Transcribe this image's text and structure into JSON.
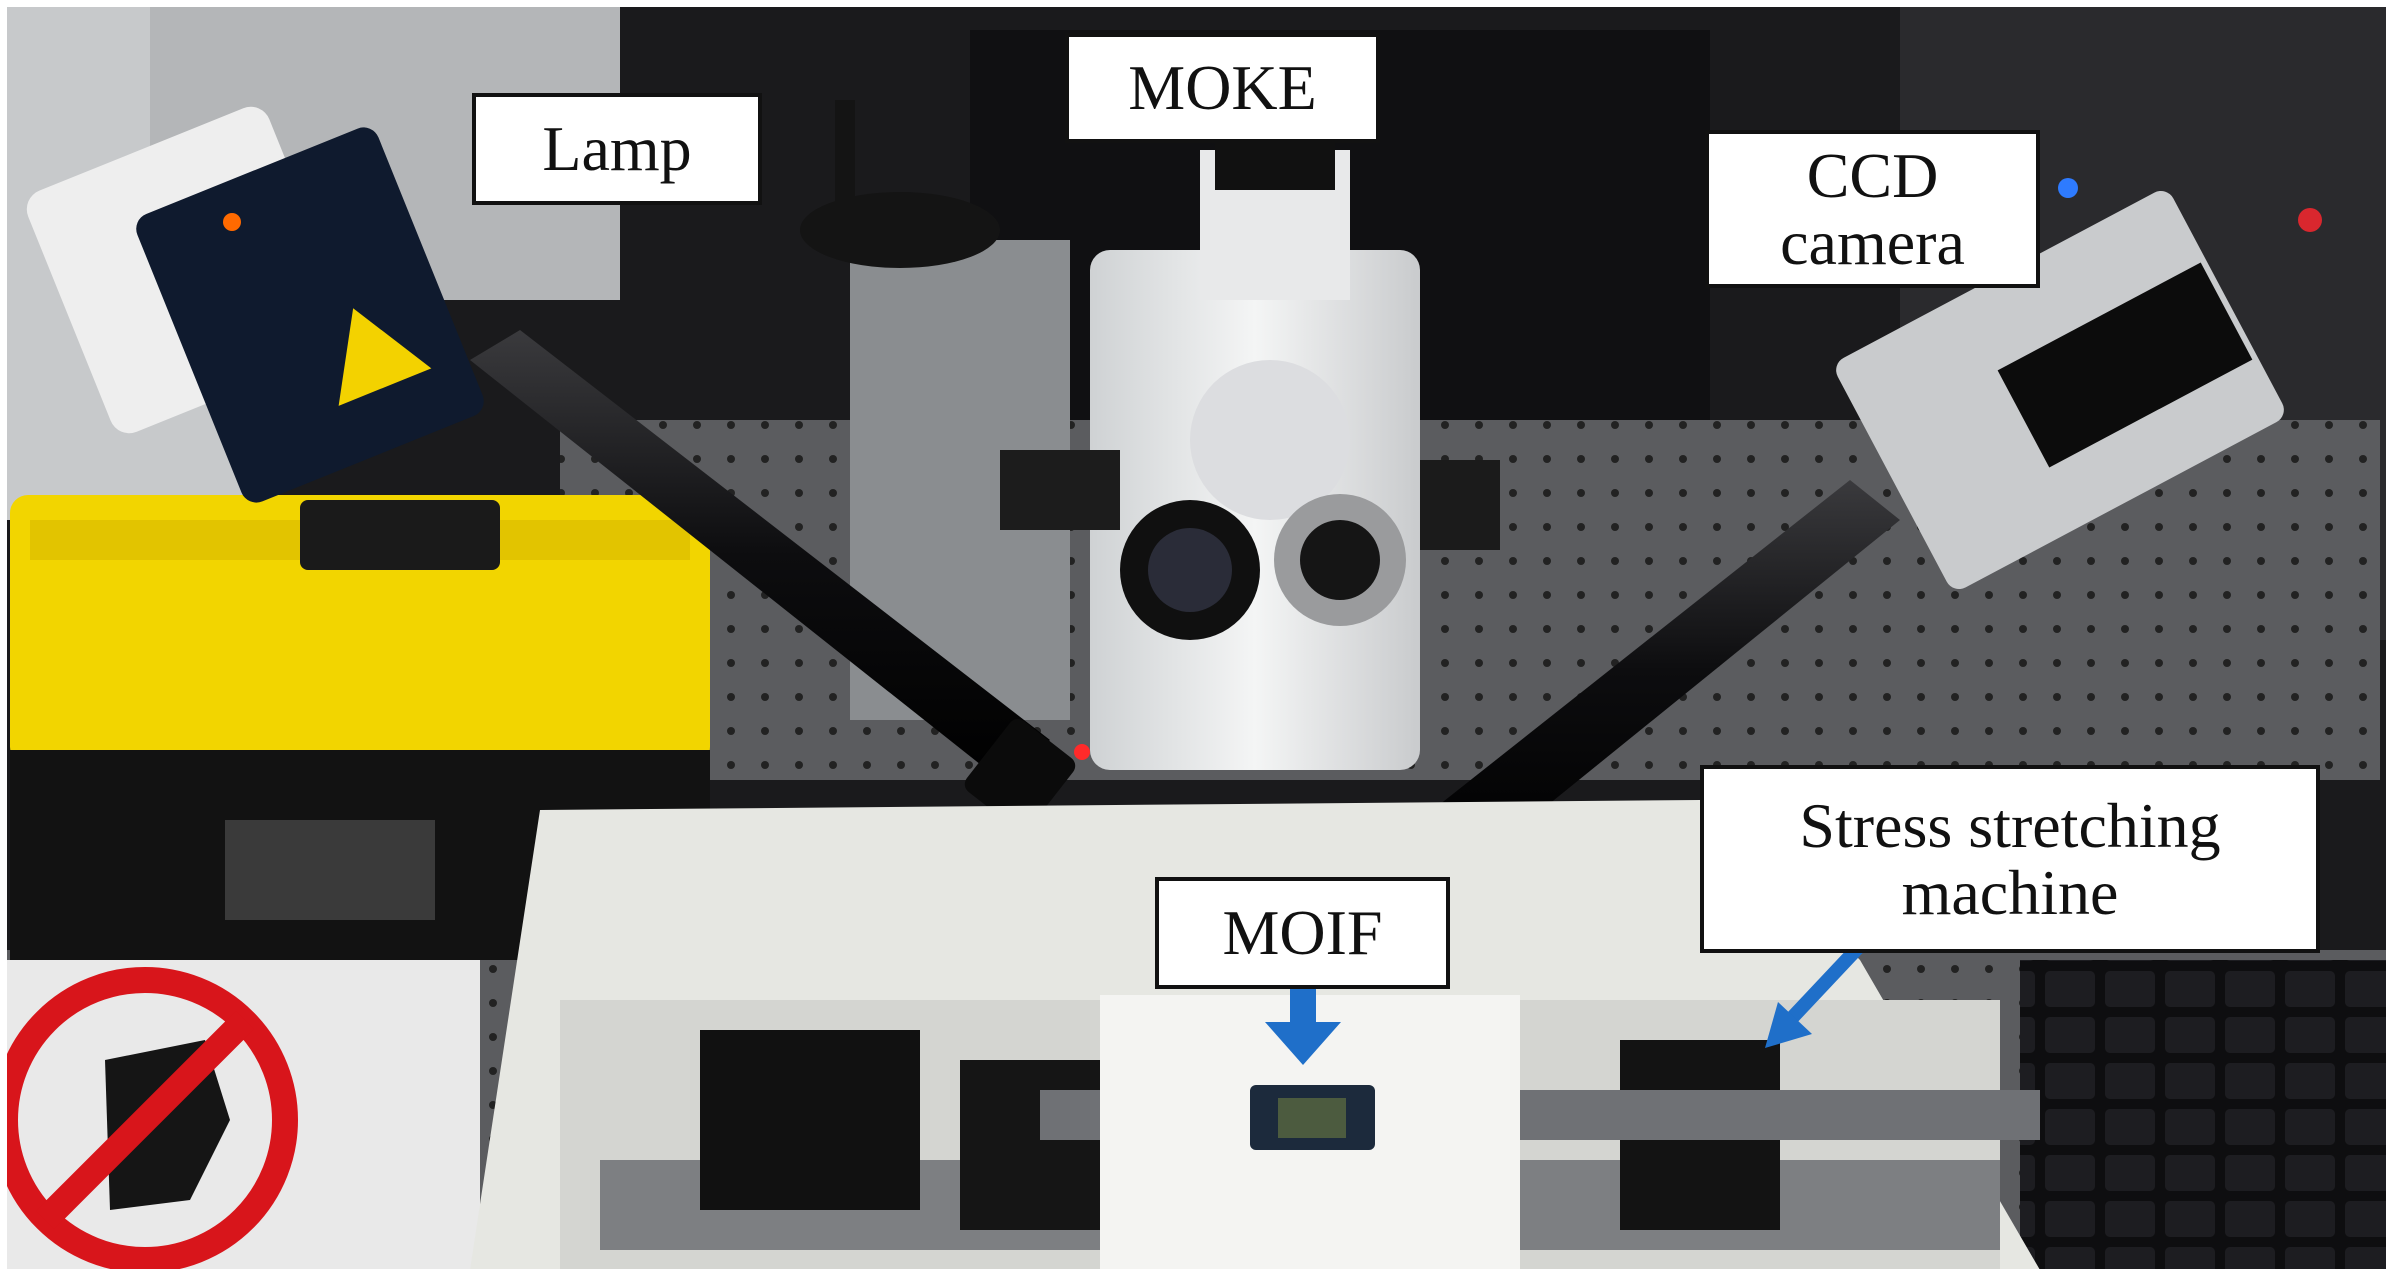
{
  "labels": {
    "lamp": "Lamp",
    "moke": "MOKE",
    "ccd_line1": "CCD",
    "ccd_line2": "camera",
    "stress_line1": "Stress stretching",
    "stress_line2": "machine",
    "moif": "MOIF"
  },
  "colors": {
    "arrow": "#1f6fc9",
    "yellow_case": "#f2d500",
    "machine_body": "#e6e7e2",
    "background": "#1a1a1c"
  },
  "icons": [
    "no-touch-sign-icon",
    "arrow-down-icon",
    "arrow-diagonal-icon",
    "laser-warning-icon"
  ]
}
